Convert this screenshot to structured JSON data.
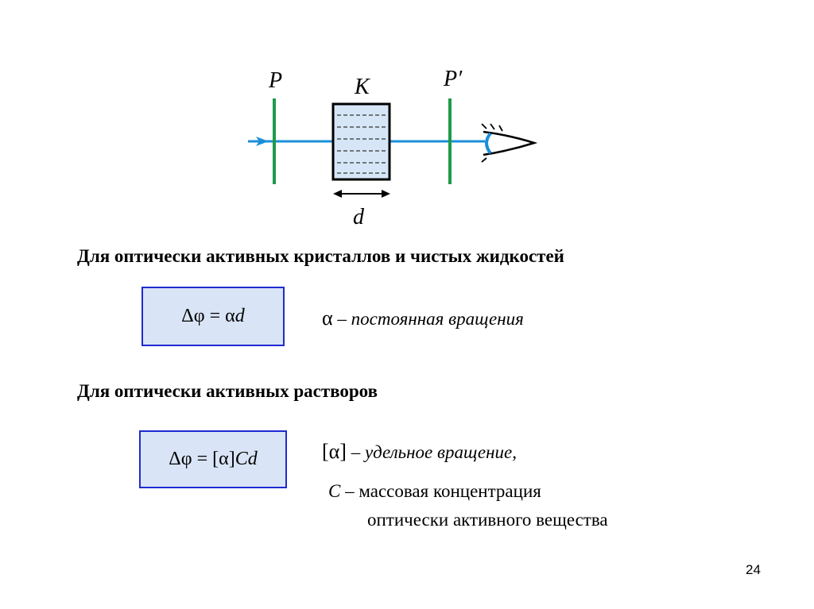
{
  "diagram": {
    "label_polarizer": "P",
    "label_crystal": "K",
    "label_analyzer": "P′",
    "label_thickness": "d",
    "colors": {
      "beam": "#1a8fd8",
      "polarizer": "#1e9a4a",
      "crystal_fill": "#d6e6f6",
      "crystal_border": "#000000"
    }
  },
  "section1": {
    "heading": "Для оптически активных кристаллов и чистых жидкостей",
    "formula": {
      "lhs": "Δφ",
      "eq": " = ",
      "alpha": "α",
      "d": "d"
    },
    "description": {
      "symbol": "α",
      "text": " – постоянная вращения"
    }
  },
  "section2": {
    "heading": "Для оптически активных растворов",
    "formula": {
      "lhs": "Δφ",
      "eq": " = ",
      "bracket_alpha": "[α]",
      "c": "C",
      "d": "d"
    },
    "description1": {
      "symbol": "[α]",
      "text": " – удельное вращение,"
    },
    "description2": {
      "symbol": "C",
      "text": " – массовая концентрация",
      "line2": "оптически активного вещества"
    }
  },
  "page_number": "24",
  "colors": {
    "formula_box_fill": "#d9e4f6",
    "formula_box_border": "#1f2bd0"
  }
}
